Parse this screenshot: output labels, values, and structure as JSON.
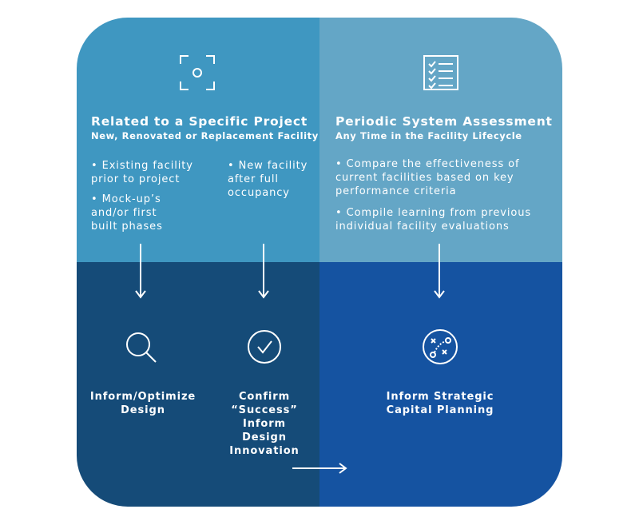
{
  "left_panel": {
    "title": "Related to a Specific Project",
    "subtitle": "New, Renovated or Replacement Facility",
    "bullets_col1": [
      "• Existing facility prior to project",
      "• Mock-up’s and/or first built phases"
    ],
    "bullets_col2": [
      "• New facility after full occupancy"
    ],
    "icon": "viewfinder-icon"
  },
  "right_panel": {
    "title": "Periodic System Assessment",
    "subtitle": "Any Time in the Facility Lifecycle",
    "bullets": [
      "• Compare the effectiveness of current facilities based on key performance criteria",
      "• Compile learning from previous individual facility evaluations"
    ],
    "icon": "checklist-icon"
  },
  "outcomes": [
    {
      "label": "Inform/Optimize Design",
      "icon": "magnifier-icon"
    },
    {
      "label": "Confirm “Success” Inform Design Innovation",
      "icon": "checkmark-circle-icon"
    },
    {
      "label": "Inform Strategic Capital Planning",
      "icon": "strategy-play-icon"
    }
  ],
  "colors": {
    "top_left": "#3f97c1",
    "top_right": "#64a6c6",
    "bottom_left": "#154b78",
    "bottom_right": "#1553a1",
    "text": "#ffffff"
  }
}
